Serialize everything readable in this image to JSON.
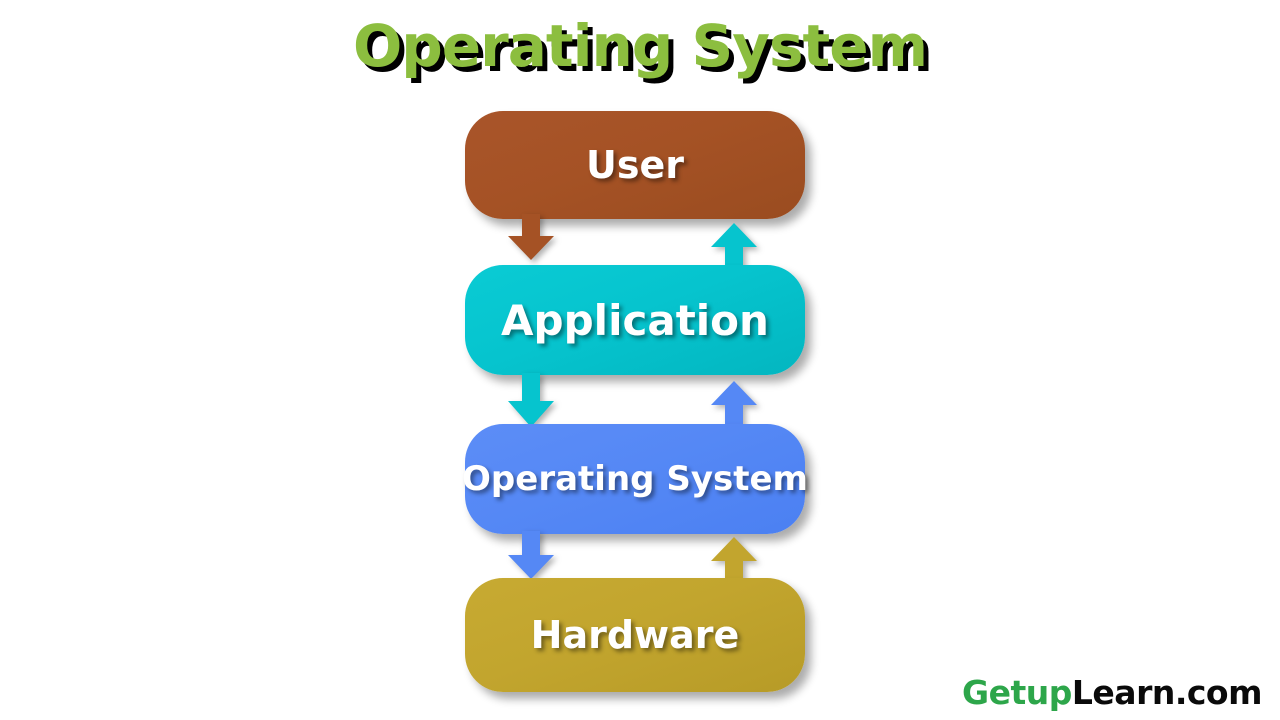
{
  "title": "Operating System",
  "colors": {
    "title_green": "#8CBE3F",
    "title_shadow": "#000000",
    "background": "#FFFFFF",
    "user_brown": "#A55225",
    "application_cyan": "#06C4CE",
    "os_blue": "#5588F5",
    "hardware_gold": "#C2A52E",
    "watermark_green": "#2DA64A",
    "watermark_black": "#0A0A0A"
  },
  "layers": [
    {
      "id": "user",
      "label": "User",
      "color": "#A55225"
    },
    {
      "id": "application",
      "label": "Application",
      "color": "#06C4CE"
    },
    {
      "id": "operating-system",
      "label": "Operating System",
      "color": "#5588F5"
    },
    {
      "id": "hardware",
      "label": "Hardware",
      "color": "#C2A52E"
    }
  ],
  "arrows": [
    {
      "id": "user-to-application",
      "direction": "down",
      "color": "#A55225",
      "icon": "arrow-down-icon"
    },
    {
      "id": "application-to-user",
      "direction": "up",
      "color": "#06C4CE",
      "icon": "arrow-up-icon"
    },
    {
      "id": "application-to-os",
      "direction": "down",
      "color": "#06C4CE",
      "icon": "arrow-down-icon"
    },
    {
      "id": "os-to-application",
      "direction": "up",
      "color": "#5588F5",
      "icon": "arrow-up-icon"
    },
    {
      "id": "os-to-hardware",
      "direction": "down",
      "color": "#5588F5",
      "icon": "arrow-down-icon"
    },
    {
      "id": "hardware-to-os",
      "direction": "up",
      "color": "#C2A52E",
      "icon": "arrow-up-icon"
    }
  ],
  "watermark": {
    "brand": "Getup",
    "domain": "Learn.com"
  }
}
